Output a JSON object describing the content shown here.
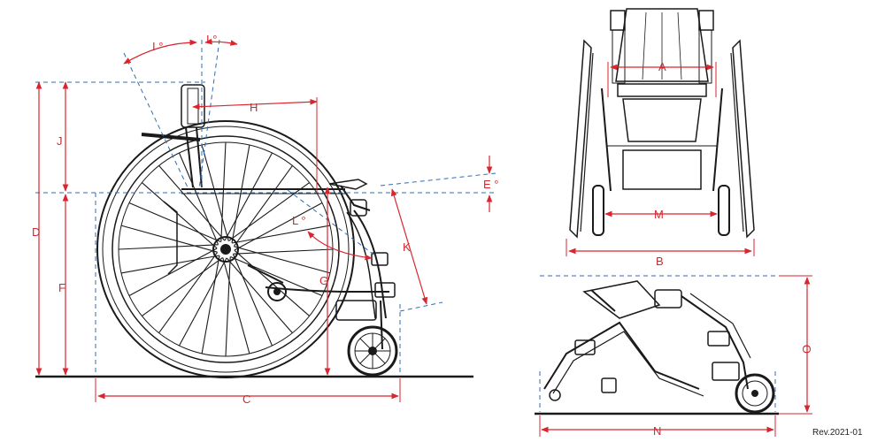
{
  "colors": {
    "dimension": "#d9262e",
    "reference": "#2f6db5",
    "ink": "#1a1a1a"
  },
  "labels": {
    "I_left": "I °",
    "I_right": "I °",
    "H": "H",
    "J": "J",
    "D": "D",
    "F": "F",
    "E": "E °",
    "L": "L °",
    "K": "K",
    "G": "G",
    "C": "C",
    "A": "A",
    "M": "M",
    "B": "B",
    "O": "O",
    "N": "N"
  },
  "revision": "Rev.2021-01"
}
